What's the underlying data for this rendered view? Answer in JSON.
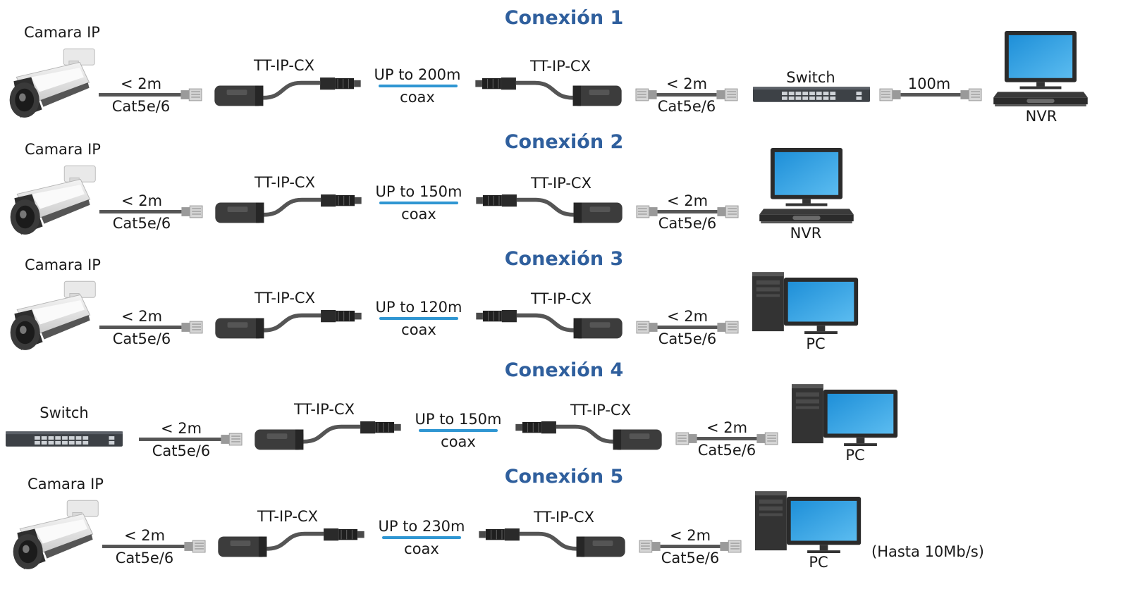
{
  "icons": {
    "camera": "ip-camera-icon",
    "balun": "tt-ip-cx-balun-icon",
    "cable": "ethernet-cable-icon",
    "switch": "network-switch-icon",
    "nvr": "nvr-recorder-icon",
    "pc": "desktop-pc-icon"
  },
  "colors": {
    "title": "#2f5f9d",
    "coax": "#2f96d2",
    "screen": "#2f9fe0"
  },
  "connections": [
    {
      "title": "Conexión 1",
      "source": "Camara IP",
      "cable_in_length": "< 2m",
      "cable_in_type": "Cat5e/6",
      "balun_left": "TT-IP-CX",
      "coax_range": "UP to 200m",
      "coax_label": "coax",
      "balun_right": "TT-IP-CX",
      "cable_out_length": "< 2m",
      "cable_out_type": "Cat5e/6",
      "switch_label": "Switch",
      "link_length": "100m",
      "dest": "NVR"
    },
    {
      "title": "Conexión 2",
      "source": "Camara IP",
      "cable_in_length": "< 2m",
      "cable_in_type": "Cat5e/6",
      "balun_left": "TT-IP-CX",
      "coax_range": "UP to 150m",
      "coax_label": "coax",
      "balun_right": "TT-IP-CX",
      "cable_out_length": "< 2m",
      "cable_out_type": "Cat5e/6",
      "dest": "NVR"
    },
    {
      "title": "Conexión 3",
      "source": "Camara IP",
      "cable_in_length": "< 2m",
      "cable_in_type": "Cat5e/6",
      "balun_left": "TT-IP-CX",
      "coax_range": "UP to 120m",
      "coax_label": "coax",
      "balun_right": "TT-IP-CX",
      "cable_out_length": "< 2m",
      "cable_out_type": "Cat5e/6",
      "dest": "PC"
    },
    {
      "title": "Conexión 4",
      "source": "Switch",
      "cable_in_length": "< 2m",
      "cable_in_type": "Cat5e/6",
      "balun_left": "TT-IP-CX",
      "coax_range": "UP to 150m",
      "coax_label": "coax",
      "balun_right": "TT-IP-CX",
      "cable_out_length": "< 2m",
      "cable_out_type": "Cat5e/6",
      "dest": "PC"
    },
    {
      "title": "Conexión 5",
      "source": "Camara IP",
      "cable_in_length": "< 2m",
      "cable_in_type": "Cat5e/6",
      "balun_left": "TT-IP-CX",
      "coax_range": "UP to 230m",
      "coax_label": "coax",
      "balun_right": "TT-IP-CX",
      "cable_out_length": "< 2m",
      "cable_out_type": "Cat5e/6",
      "dest": "PC",
      "note": "(Hasta 10Mb/s)"
    }
  ]
}
